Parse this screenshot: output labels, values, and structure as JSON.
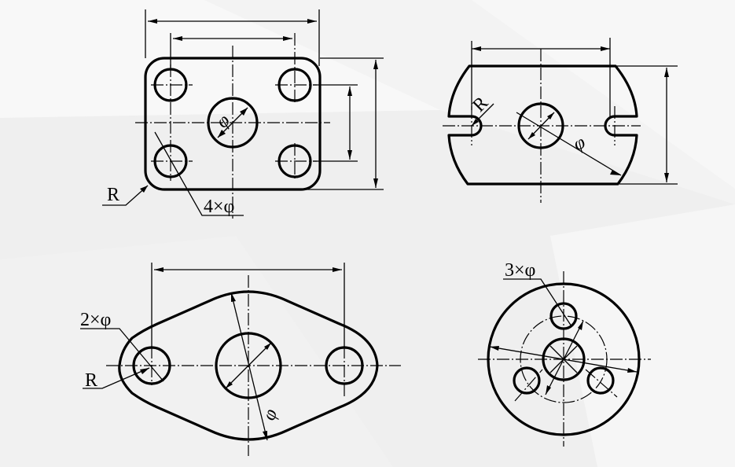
{
  "colors": {
    "background": "#f4f4f4",
    "line": "#000000"
  },
  "figures": [
    {
      "name": "rectangular-plate",
      "labels": {
        "radius": "R",
        "holes": "4×φ",
        "center_diameter": "φ"
      }
    },
    {
      "name": "slotted-disc-plate",
      "labels": {
        "radius": "R",
        "diameter": "φ"
      }
    },
    {
      "name": "diamond-flange",
      "labels": {
        "holes": "2×φ",
        "radius": "R",
        "diameter": "φ"
      }
    },
    {
      "name": "circular-flange",
      "labels": {
        "holes": "3×φ"
      }
    }
  ]
}
